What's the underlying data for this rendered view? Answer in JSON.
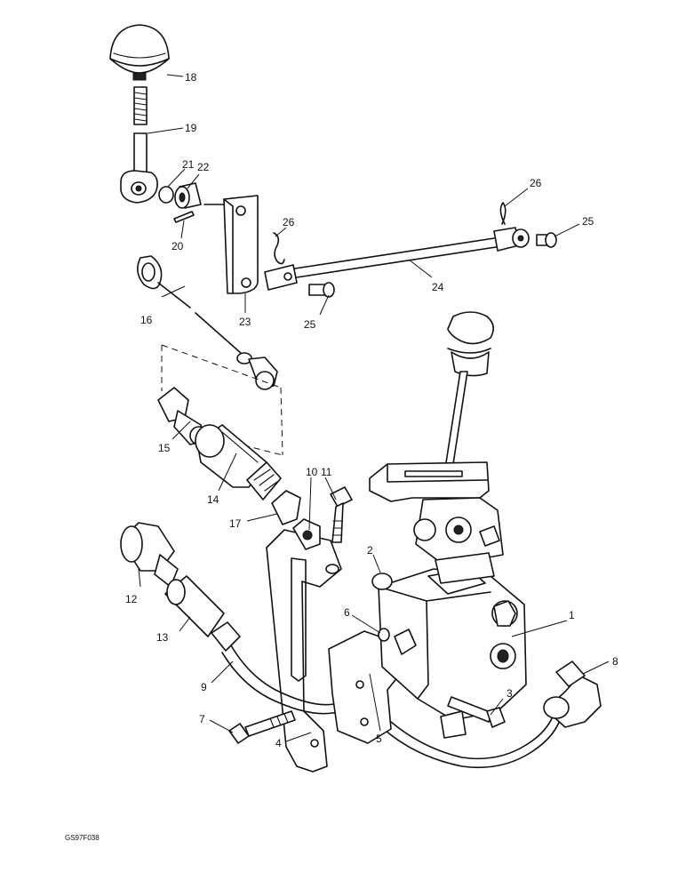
{
  "drawing_code": "GS97F038",
  "callouts": [
    {
      "id": "c1",
      "label": "1"
    },
    {
      "id": "c2",
      "label": "2"
    },
    {
      "id": "c3",
      "label": "3"
    },
    {
      "id": "c4",
      "label": "4"
    },
    {
      "id": "c5",
      "label": "5"
    },
    {
      "id": "c6",
      "label": "6"
    },
    {
      "id": "c7",
      "label": "7"
    },
    {
      "id": "c8",
      "label": "8"
    },
    {
      "id": "c9",
      "label": "9"
    },
    {
      "id": "c10",
      "label": "10"
    },
    {
      "id": "c11",
      "label": "11"
    },
    {
      "id": "c12",
      "label": "12"
    },
    {
      "id": "c13",
      "label": "13"
    },
    {
      "id": "c14",
      "label": "14"
    },
    {
      "id": "c15",
      "label": "15"
    },
    {
      "id": "c16",
      "label": "16"
    },
    {
      "id": "c17",
      "label": "17"
    },
    {
      "id": "c18",
      "label": "18"
    },
    {
      "id": "c19",
      "label": "19"
    },
    {
      "id": "c20",
      "label": "20"
    },
    {
      "id": "c21",
      "label": "21"
    },
    {
      "id": "c22",
      "label": "22"
    },
    {
      "id": "c23",
      "label": "23"
    },
    {
      "id": "c24",
      "label": "24"
    },
    {
      "id": "c25a",
      "label": "25"
    },
    {
      "id": "c25b",
      "label": "25"
    },
    {
      "id": "c26a",
      "label": "26"
    },
    {
      "id": "c26b",
      "label": "26"
    }
  ]
}
